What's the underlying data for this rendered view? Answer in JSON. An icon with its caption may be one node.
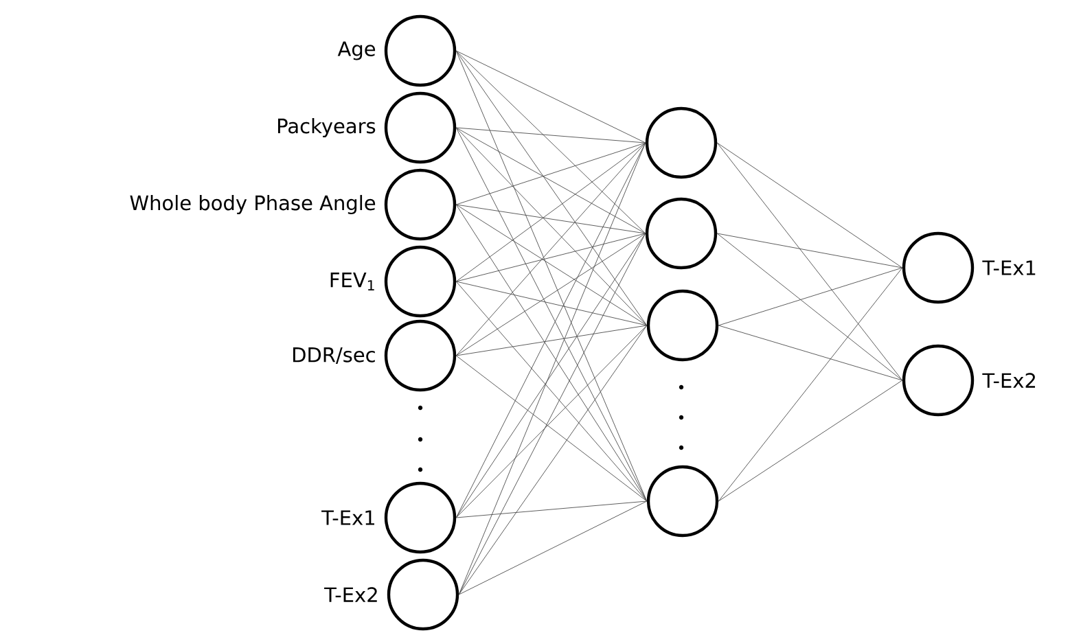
{
  "diagram": {
    "nodes": [
      {
        "text": [],
        "shape": "circle",
        "beside": [
          "Age"
        ]
      },
      {
        "text": [],
        "shape": "circle",
        "beside": [
          "Packyears"
        ]
      },
      {
        "text": [],
        "shape": "circle",
        "beside": [
          "Whole body Phase Angle"
        ]
      },
      {
        "text": [],
        "shape": "circle",
        "beside": [
          "FEV$_{1}$"
        ]
      },
      {
        "text": [],
        "shape": "circle",
        "beside": [
          "DDR/sec"
        ]
      },
      {
        "text": [],
        "shape": "circle",
        "beside": [
          "T-Ex1"
        ]
      },
      {
        "text": [],
        "shape": "circle",
        "beside": [
          "T-Ex2"
        ]
      },
      {
        "text": [],
        "shape": "circle"
      },
      {
        "text": [],
        "shape": "circle"
      },
      {
        "text": [],
        "shape": "circle"
      },
      {
        "text": [],
        "shape": "circle"
      },
      {
        "text": [],
        "shape": "circle",
        "beside": [
          "T-Ex1"
        ]
      },
      {
        "text": [],
        "shape": "circle",
        "beside": [
          "T-Ex2"
        ]
      }
    ],
    "edges": [
      {
        "from": 0,
        "to": 7,
        "arrow": "none"
      },
      {
        "from": 0,
        "to": 8,
        "arrow": "none"
      },
      {
        "from": 0,
        "to": 9,
        "arrow": "none"
      },
      {
        "from": 0,
        "to": 10,
        "arrow": "none"
      },
      {
        "from": 1,
        "to": 7,
        "arrow": "none"
      },
      {
        "from": 1,
        "to": 8,
        "arrow": "none"
      },
      {
        "from": 1,
        "to": 9,
        "arrow": "none"
      },
      {
        "from": 1,
        "to": 10,
        "arrow": "none"
      },
      {
        "from": 2,
        "to": 7,
        "arrow": "none"
      },
      {
        "from": 2,
        "to": 8,
        "arrow": "none"
      },
      {
        "from": 2,
        "to": 9,
        "arrow": "none"
      },
      {
        "from": 2,
        "to": 10,
        "arrow": "none"
      },
      {
        "from": 3,
        "to": 7,
        "arrow": "none"
      },
      {
        "from": 3,
        "to": 8,
        "arrow": "none"
      },
      {
        "from": 3,
        "to": 9,
        "arrow": "none"
      },
      {
        "from": 3,
        "to": 10,
        "arrow": "none"
      },
      {
        "from": 4,
        "to": 7,
        "arrow": "none"
      },
      {
        "from": 4,
        "to": 8,
        "arrow": "none"
      },
      {
        "from": 4,
        "to": 9,
        "arrow": "none"
      },
      {
        "from": 4,
        "to": 10,
        "arrow": "none"
      },
      {
        "from": 5,
        "to": 7,
        "arrow": "none"
      },
      {
        "from": 5,
        "to": 8,
        "arrow": "none"
      },
      {
        "from": 5,
        "to": 9,
        "arrow": "none"
      },
      {
        "from": 5,
        "to": 10,
        "arrow": "none"
      },
      {
        "from": 6,
        "to": 7,
        "arrow": "none"
      },
      {
        "from": 6,
        "to": 8,
        "arrow": "none"
      },
      {
        "from": 6,
        "to": 9,
        "arrow": "none"
      },
      {
        "from": 6,
        "to": 10,
        "arrow": "none"
      },
      {
        "from": 7,
        "to": 11,
        "arrow": "none"
      },
      {
        "from": 7,
        "to": 12,
        "arrow": "none"
      },
      {
        "from": 8,
        "to": 11,
        "arrow": "none"
      },
      {
        "from": 8,
        "to": 12,
        "arrow": "none"
      },
      {
        "from": 9,
        "to": 11,
        "arrow": "none"
      },
      {
        "from": 9,
        "to": 12,
        "arrow": "none"
      },
      {
        "from": 10,
        "to": 11,
        "arrow": "none"
      },
      {
        "from": 10,
        "to": 12,
        "arrow": "none"
      }
    ]
  }
}
